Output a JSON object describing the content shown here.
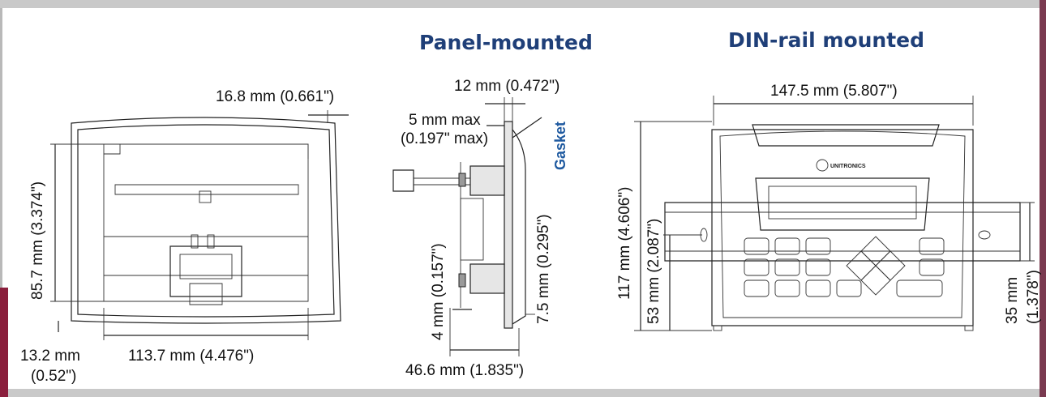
{
  "titles": {
    "panel": "Panel-mounted",
    "din": "DIN-rail mounted"
  },
  "front_view": {
    "dim_top_right": "16.8 mm (0.661\")",
    "dim_height": "85.7 mm (3.374\")",
    "dim_bottom_left_1": "13.2 mm",
    "dim_bottom_left_2": "(0.52\")",
    "dim_width": "113.7 mm (4.476\")"
  },
  "side_view": {
    "dim_top": "12 mm (0.472\")",
    "dim_max_1": "5 mm max",
    "dim_max_2": "(0.197\" max)",
    "gasket": "Gasket",
    "dim_4mm": "4 mm (0.157\")",
    "dim_7_5mm": "7.5 mm (0.295\")",
    "dim_depth": "46.6 mm (1.835\")"
  },
  "din_view": {
    "dim_width": "147.5 mm (5.807\")",
    "dim_height": "117 mm (4.606\")",
    "dim_53": "53 mm (2.087\")",
    "dim_35_1": "35 mm",
    "dim_35_2": "(1.378\")",
    "logo": "UNITRONICS"
  },
  "colors": {
    "title": "#1f3f78",
    "gasket": "#1f5aa0",
    "frame_border": "#b9b9b9",
    "accent_bar": "#8a1e3c"
  }
}
